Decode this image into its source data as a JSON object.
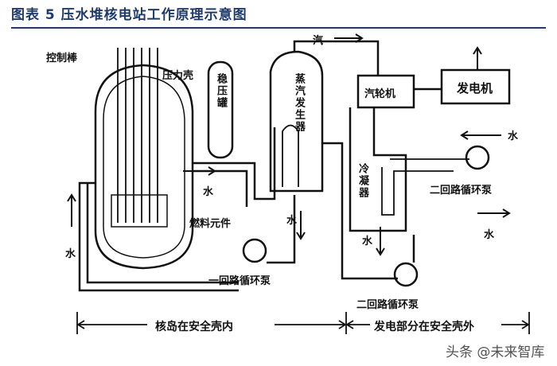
{
  "title": "图表 5   压水堆核电站工作原理示意图",
  "labels": {
    "control_rods": "控制棒",
    "pressure_shell": "压力壳",
    "pressurizer": "稳压罐",
    "steam_generator": "蒸汽发生器",
    "steam": "汽",
    "turbine": "汽轮机",
    "generator": "发电机",
    "condenser": "冷凝器",
    "fuel": "燃料元件",
    "water": "水",
    "primary_pump": "一回路循环泵",
    "secondary_pump": "二回路循环泵",
    "island": "核岛在安全壳内",
    "outside": "发电部分在安全壳外"
  },
  "watermark": "头条 @未来智库"
}
